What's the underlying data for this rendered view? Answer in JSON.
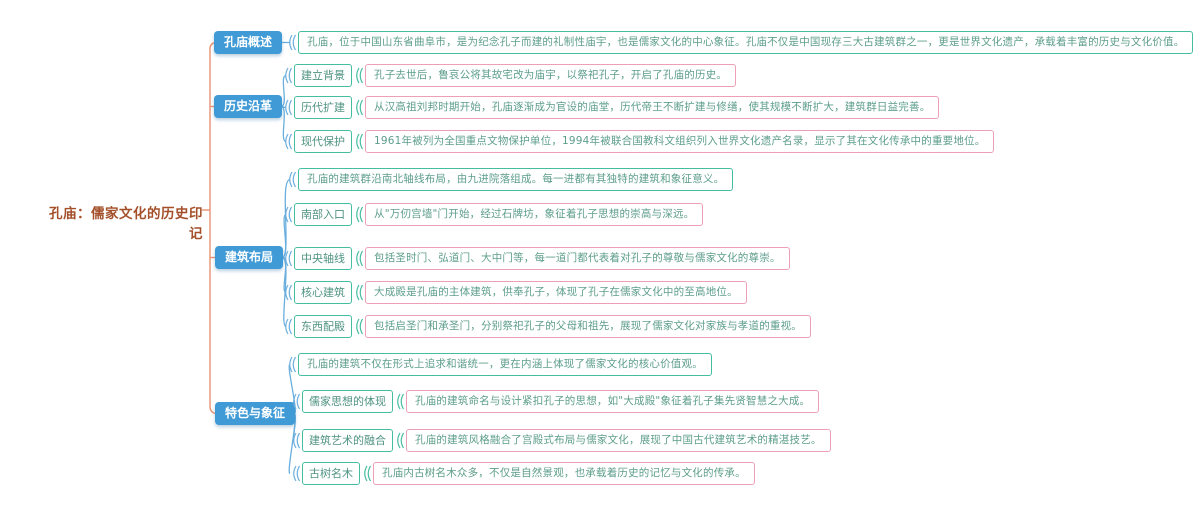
{
  "colors": {
    "branch_bg": "#3f9ad6",
    "connector_blue": "#6aaede",
    "border_teal": "#45bda1",
    "border_pink": "#eda0b5",
    "node_text_green": "#5d9e8b",
    "root_text_brown": "#a3502a",
    "spine_orange": "#e89272"
  },
  "root": {
    "label": "孔庙：儒家文化的历史印记"
  },
  "branches": [
    {
      "label": "孔庙概述",
      "children": [
        {
          "text": "孔庙，位于中国山东省曲阜市，是为纪念孔子而建的礼制性庙宇，也是儒家文化的中心象征。孔庙不仅是中国现存三大古建筑群之一，更是世界文化遗产，承载着丰富的历史与文化价值。"
        }
      ]
    },
    {
      "label": "历史沿革",
      "children": [
        {
          "label": "建立背景",
          "text": "孔子去世后，鲁哀公将其故宅改为庙宇，以祭祀孔子，开启了孔庙的历史。"
        },
        {
          "label": "历代扩建",
          "text": "从汉高祖刘邦时期开始，孔庙逐渐成为官设的庙堂，历代帝王不断扩建与修缮，使其规模不断扩大，建筑群日益完善。"
        },
        {
          "label": "现代保护",
          "text": "1961年被列为全国重点文物保护单位，1994年被联合国教科文组织列入世界文化遗产名录，显示了其在文化传承中的重要地位。"
        }
      ]
    },
    {
      "label": "建筑布局",
      "children": [
        {
          "text": "孔庙的建筑群沿南北轴线布局，由九进院落组成。每一进都有其独特的建筑和象征意义。"
        },
        {
          "label": "南部入口",
          "text": "从\"万仞宫墙\"门开始，经过石牌坊，象征着孔子思想的崇高与深远。"
        },
        {
          "label": "中央轴线",
          "text": "包括圣时门、弘道门、大中门等，每一道门都代表着对孔子的尊敬与儒家文化的尊崇。"
        },
        {
          "label": "核心建筑",
          "text": "大成殿是孔庙的主体建筑，供奉孔子，体现了孔子在儒家文化中的至高地位。"
        },
        {
          "label": "东西配殿",
          "text": "包括启圣门和承圣门，分别祭祀孔子的父母和祖先，展现了儒家文化对家族与孝道的重视。"
        }
      ]
    },
    {
      "label": "特色与象征",
      "children": [
        {
          "text": "孔庙的建筑不仅在形式上追求和谐统一，更在内涵上体现了儒家文化的核心价值观。"
        },
        {
          "label": "儒家思想的体现",
          "text": "孔庙的建筑命名与设计紧扣孔子的思想，如\"大成殿\"象征着孔子集先贤智慧之大成。"
        },
        {
          "label": "建筑艺术的融合",
          "text": "孔庙的建筑风格融合了宫殿式布局与儒家文化，展现了中国古代建筑艺术的精湛技艺。"
        },
        {
          "label": "古树名木",
          "text": "孔庙内古树名木众多，不仅是自然景观，也承载着历史的记忆与文化的传承。"
        }
      ]
    }
  ]
}
